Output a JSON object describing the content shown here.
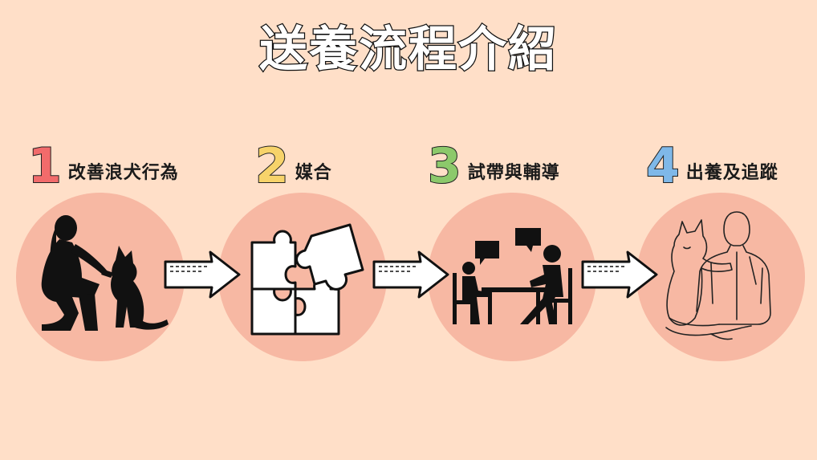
{
  "title": "送養流程介紹",
  "steps": [
    {
      "number": "1",
      "label": "改善浪犬行為",
      "color": "#f26b6b",
      "icon": "woman-training-dog-icon"
    },
    {
      "number": "2",
      "label": "媒合",
      "color": "#f7d36a",
      "icon": "puzzle-icon"
    },
    {
      "number": "3",
      "label": "試帶與輔導",
      "color": "#8cc96b",
      "icon": "meeting-table-icon"
    },
    {
      "number": "4",
      "label": "出養及追蹤",
      "color": "#7fb8e8",
      "icon": "man-hugging-dog-icon"
    }
  ],
  "colors": {
    "background": "#ffdfc8",
    "circle": "#f7b8a3"
  }
}
